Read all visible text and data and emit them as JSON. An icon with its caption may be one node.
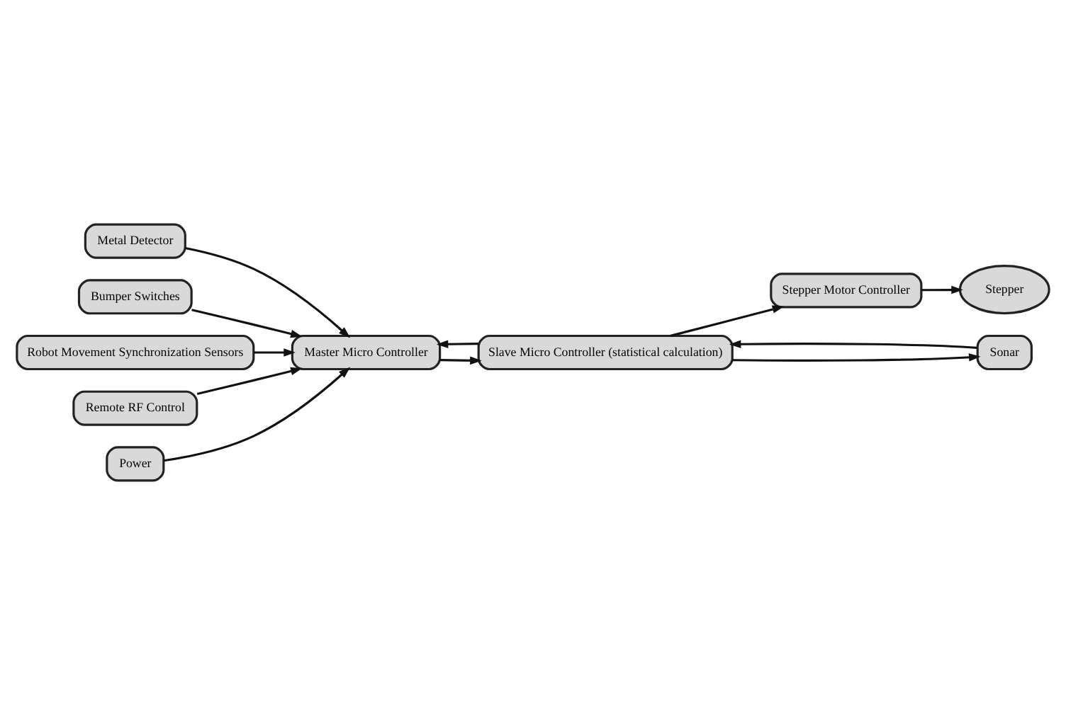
{
  "diagram": {
    "nodes": [
      {
        "text": [
          "Metal Detector"
        ]
      },
      {
        "text": [
          "Bumper Switches"
        ]
      },
      {
        "text": [
          "Robot Movement Synchronization Sensors"
        ]
      },
      {
        "text": [
          "Remote RF Control"
        ]
      },
      {
        "text": [
          "Master Micro Controller"
        ]
      },
      {
        "text": [
          "Power"
        ]
      },
      {
        "text": [
          "Slave Micro Controller (statistical calculation)"
        ]
      },
      {
        "text": [
          "Stepper Motor Controller"
        ]
      },
      {
        "text": [
          "Stepper"
        ]
      },
      {
        "text": [
          "Sonar"
        ]
      }
    ],
    "edges": [
      {
        "from": 0,
        "to": 4,
        "arrow": "to"
      },
      {
        "from": 1,
        "to": 4,
        "arrow": "to"
      },
      {
        "from": 2,
        "to": 4,
        "arrow": "to"
      },
      {
        "from": 3,
        "to": 4,
        "arrow": "to"
      },
      {
        "from": 5,
        "to": 4,
        "arrow": "to"
      },
      {
        "from": 6,
        "to": 4,
        "arrow": "to"
      },
      {
        "from": 4,
        "to": 6,
        "arrow": "to"
      },
      {
        "from": 6,
        "to": 7,
        "arrow": "to"
      },
      {
        "from": 7,
        "to": 8,
        "arrow": "to"
      },
      {
        "from": 6,
        "to": 9,
        "arrow": "to"
      },
      {
        "from": 9,
        "to": 6,
        "arrow": "to"
      }
    ]
  }
}
